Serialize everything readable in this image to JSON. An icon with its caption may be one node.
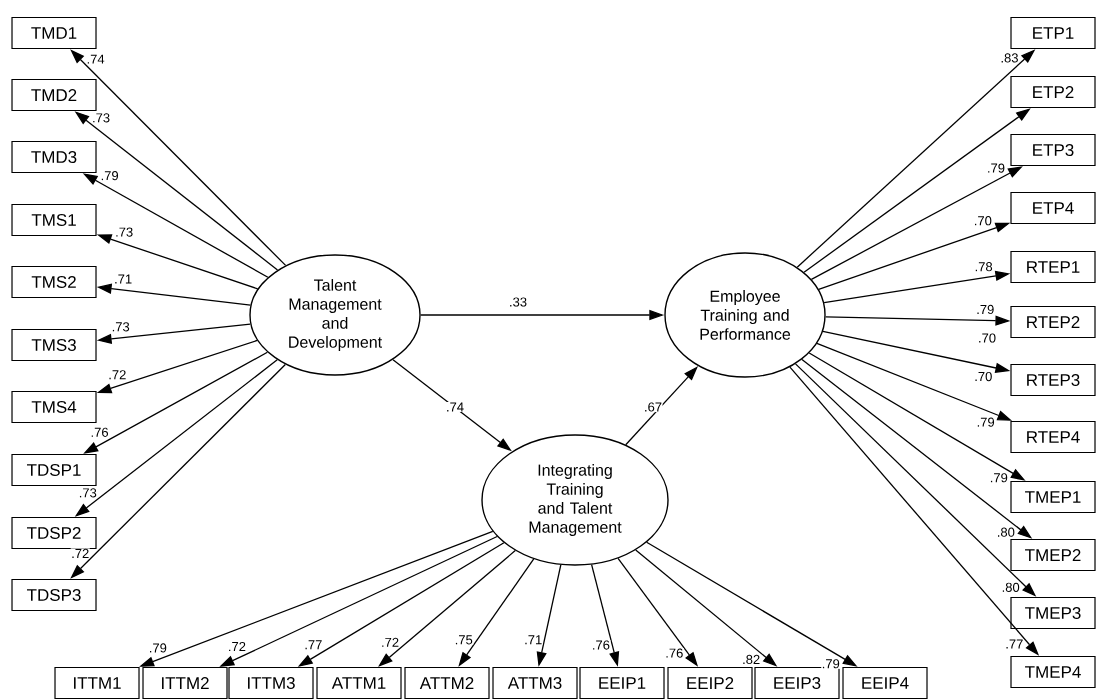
{
  "diagram": {
    "nodes": [
      {
        "text": [
          "TMD1"
        ]
      },
      {
        "text": [
          "TMD2"
        ]
      },
      {
        "text": [
          "TMD3"
        ]
      },
      {
        "text": [
          "TMS1"
        ]
      },
      {
        "text": [
          "TMS2"
        ]
      },
      {
        "text": [
          "TMS3"
        ]
      },
      {
        "text": [
          "TMS4"
        ]
      },
      {
        "text": [
          "TDSP1"
        ]
      },
      {
        "text": [
          "TDSP2"
        ]
      },
      {
        "text": [
          "TDSP3"
        ]
      },
      {
        "text": [
          "Talent Management and Development"
        ]
      },
      {
        "text": [
          "Employee Training and Performance"
        ]
      },
      {
        "text": [
          "Integrating Training and Talent Management"
        ]
      },
      {
        "text": [
          "ETP1"
        ]
      },
      {
        "text": [
          "ETP2"
        ]
      },
      {
        "text": [
          "ETP3"
        ]
      },
      {
        "text": [
          "ETP4"
        ]
      },
      {
        "text": [
          "RTEP1"
        ]
      },
      {
        "text": [
          "RTEP2"
        ]
      },
      {
        "text": [
          "RTEP3"
        ]
      },
      {
        "text": [
          "RTEP4"
        ]
      },
      {
        "text": [
          "TMEP1"
        ]
      },
      {
        "text": [
          "TMEP2"
        ]
      },
      {
        "text": [
          "TMEP3"
        ]
      },
      {
        "text": [
          "TMEP4"
        ]
      },
      {
        "text": [
          "ITTM1"
        ]
      },
      {
        "text": [
          "ITTM2"
        ]
      },
      {
        "text": [
          "ITTM3"
        ]
      },
      {
        "text": [
          "ATTM1"
        ]
      },
      {
        "text": [
          "ATTM2"
        ]
      },
      {
        "text": [
          "ATTM3"
        ]
      },
      {
        "text": [
          "EEIP1"
        ]
      },
      {
        "text": [
          "EEIP2"
        ]
      },
      {
        "text": [
          "EEIP3"
        ]
      },
      {
        "text": [
          "EEIP4"
        ]
      }
    ],
    "edges": [
      {
        "from": 10,
        "to": 0,
        "arrow": "to",
        "label": ".74"
      },
      {
        "from": 10,
        "to": 1,
        "arrow": "to",
        "label": ".73"
      },
      {
        "from": 10,
        "to": 2,
        "arrow": "to",
        "label": ".79"
      },
      {
        "from": 10,
        "to": 3,
        "arrow": "to",
        "label": ".73"
      },
      {
        "from": 10,
        "to": 4,
        "arrow": "to",
        "label": ".71"
      },
      {
        "from": 10,
        "to": 5,
        "arrow": "to",
        "label": ".73"
      },
      {
        "from": 10,
        "to": 6,
        "arrow": "to",
        "label": ".72"
      },
      {
        "from": 10,
        "to": 7,
        "arrow": "to",
        "label": ".76"
      },
      {
        "from": 10,
        "to": 8,
        "arrow": "to",
        "label": ".73"
      },
      {
        "from": 10,
        "to": 9,
        "arrow": "to",
        "label": ".72"
      },
      {
        "from": 10,
        "to": 11,
        "arrow": "to",
        "label": ".33"
      },
      {
        "from": 10,
        "to": 12,
        "arrow": "to",
        "label": ".74"
      },
      {
        "from": 12,
        "to": 11,
        "arrow": "to",
        "label": ".67"
      },
      {
        "from": 11,
        "to": 13,
        "arrow": "to",
        "label": ".83"
      },
      {
        "from": 11,
        "to": 14,
        "arrow": "to"
      },
      {
        "from": 11,
        "to": 15,
        "arrow": "to",
        "label": ".79"
      },
      {
        "from": 11,
        "to": 16,
        "arrow": "to",
        "label": ".70"
      },
      {
        "from": 11,
        "to": 17,
        "arrow": "to",
        "label": ".78"
      },
      {
        "from": 11,
        "to": 18,
        "arrow": "to",
        "label": ".79"
      },
      {
        "from": 11,
        "to": 19,
        "arrow": "to",
        "label": ".70"
      },
      {
        "from": 11,
        "to": 20,
        "arrow": "to",
        "label": ".79"
      },
      {
        "from": 11,
        "to": 21,
        "arrow": "to",
        "label": ".79"
      },
      {
        "from": 11,
        "to": 22,
        "arrow": "to",
        "label": ".80"
      },
      {
        "from": 11,
        "to": 23,
        "arrow": "to",
        "label": ".80"
      },
      {
        "from": 11,
        "to": 24,
        "arrow": "to",
        "label": ".77"
      },
      {
        "from": 12,
        "to": 25,
        "arrow": "to",
        "label": ".79"
      },
      {
        "from": 12,
        "to": 26,
        "arrow": "to",
        "label": ".72"
      },
      {
        "from": 12,
        "to": 27,
        "arrow": "to",
        "label": ".77"
      },
      {
        "from": 12,
        "to": 28,
        "arrow": "to",
        "label": ".72"
      },
      {
        "from": 12,
        "to": 29,
        "arrow": "to",
        "label": ".75"
      },
      {
        "from": 12,
        "to": 30,
        "arrow": "to",
        "label": ".71"
      },
      {
        "from": 12,
        "to": 31,
        "arrow": "to",
        "label": ".76"
      },
      {
        "from": 12,
        "to": 32,
        "arrow": "to",
        "label": ".76"
      },
      {
        "from": 12,
        "to": 33,
        "arrow": "to",
        "label": ".82"
      },
      {
        "from": 12,
        "to": 34,
        "arrow": "to",
        "label": ".79"
      }
    ],
    "labels": [
      ".70"
    ]
  }
}
